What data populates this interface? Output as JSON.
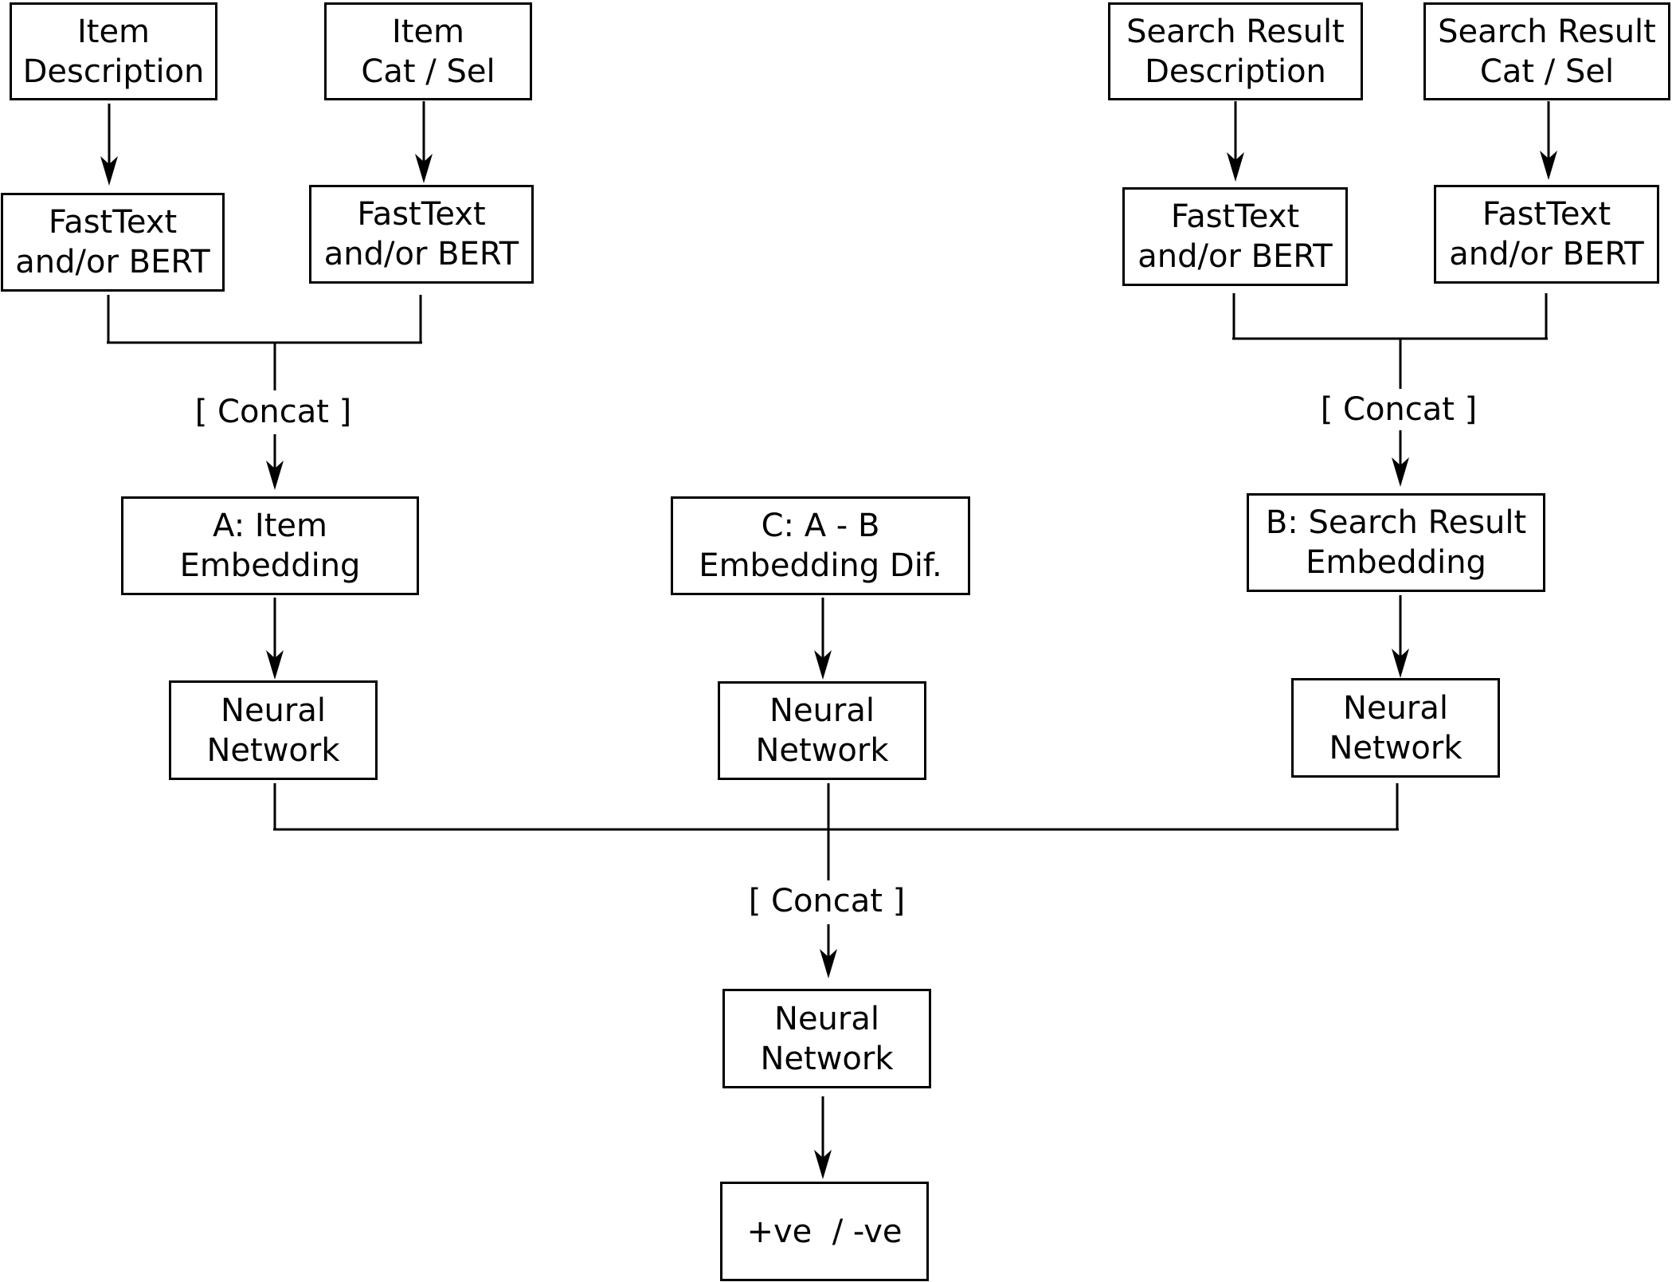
{
  "boxes": {
    "item_description": [
      "Item",
      "Description"
    ],
    "item_cat_sel": [
      "Item",
      "Cat / Sel"
    ],
    "search_result_description": [
      "Search Result",
      "Description"
    ],
    "search_result_cat_sel": [
      "Search Result",
      "Cat / Sel"
    ],
    "encoder_item_description": [
      "FastText",
      "and/or BERT"
    ],
    "encoder_item_cat_sel": [
      "FastText",
      "and/or BERT"
    ],
    "encoder_search_description": [
      "FastText",
      "and/or BERT"
    ],
    "encoder_search_cat_sel": [
      "FastText",
      "and/or BERT"
    ],
    "item_embedding": [
      "A: Item",
      "Embedding"
    ],
    "embedding_difference": [
      "C: A - B",
      "Embedding Dif."
    ],
    "search_result_embedding": [
      "B: Search Result",
      "Embedding"
    ],
    "neural_network_a": [
      "Neural",
      "Network"
    ],
    "neural_network_c": [
      "Neural",
      "Network"
    ],
    "neural_network_b": [
      "Neural",
      "Network"
    ],
    "neural_network_final": [
      "Neural",
      "Network"
    ],
    "output": [
      "+ve  / -ve"
    ]
  },
  "labels": {
    "concat_item": "[ Concat ]",
    "concat_search": "[ Concat ]",
    "concat_final": "[ Concat ]"
  }
}
